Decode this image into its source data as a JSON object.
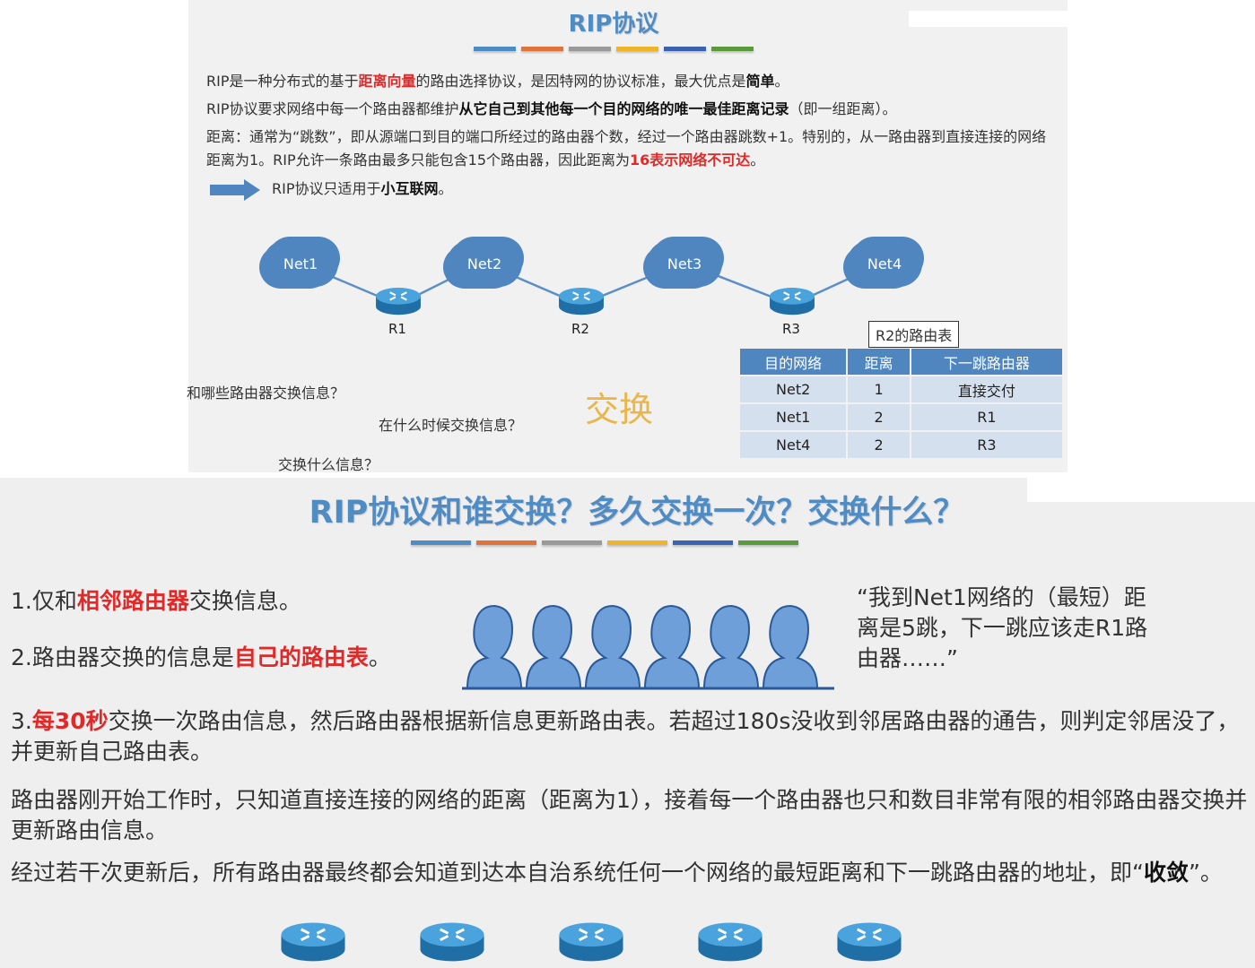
{
  "slide1": {
    "title": "RIP协议",
    "accent_colors": [
      "#4f8cc4",
      "#e0733a",
      "#9a9a9a",
      "#f0b429",
      "#3a62b0",
      "#5a9a3a"
    ],
    "paragraphs": [
      [
        {
          "t": "RIP是一种分布式的基于"
        },
        {
          "t": "距离向量",
          "s": "red"
        },
        {
          "t": "的路由选择协议，是因特网的协议标准，最大优点是"
        },
        {
          "t": "简单",
          "s": "bold"
        },
        {
          "t": "。"
        }
      ],
      [
        {
          "t": "RIP协议要求网络中每一个路由器都维护"
        },
        {
          "t": "从它自己到其他每一个目的网络的唯一最佳距离记录",
          "s": "bold"
        },
        {
          "t": "（即一组距离）。"
        }
      ],
      [
        {
          "t": "距离：通常为“跳数”，即从源端口到目的端口所经过的路由器个数，经过一个路由器跳数+1。特别的，从一路由器到直接连接的网络距离为1。RIP允许一条路由最多只能包含15个路由器，因此距离为"
        },
        {
          "t": "16表示网络不可达",
          "s": "red"
        },
        {
          "t": "。"
        }
      ]
    ],
    "arrow_note": [
      {
        "t": "RIP协议只适用于"
      },
      {
        "t": "小互联网",
        "s": "bold"
      },
      {
        "t": "。"
      }
    ],
    "networks": [
      "Net1",
      "Net2",
      "Net3",
      "Net4"
    ],
    "routers": [
      "R1",
      "R2",
      "R3"
    ],
    "table_caption": "R2的路由表",
    "table_headers": [
      "目的网络",
      "距离",
      "下一跳路由器"
    ],
    "table_rows": [
      [
        "Net2",
        "1",
        "直接交付"
      ],
      [
        "Net1",
        "2",
        "R1"
      ],
      [
        "Net4",
        "2",
        "R3"
      ]
    ],
    "question1": "和哪些路由器交换信息？",
    "question2": "在什么时候交换信息？",
    "question3": "交换什么信息？",
    "exchange_word": "交换"
  },
  "slide2": {
    "title": "RIP协议和谁交换？多久交换一次？交换什么？",
    "point1": [
      {
        "t": "1.仅和"
      },
      {
        "t": "相邻路由器",
        "s": "red"
      },
      {
        "t": "交换信息。"
      }
    ],
    "point2": [
      {
        "t": "2.路由器交换的信息是"
      },
      {
        "t": "自己的路由表",
        "s": "red"
      },
      {
        "t": "。"
      }
    ],
    "quote": "“我到Net1网络的（最短）距离是5跳，下一跳应该走R1路由器……”",
    "point3": [
      {
        "t": "3."
      },
      {
        "t": "每30秒",
        "s": "red"
      },
      {
        "t": "交换一次路由信息，然后路由器根据新信息更新路由表。若超过180s没收到邻居路由器的通告，则判定邻居没了，并更新自己路由表。"
      }
    ],
    "para1": "路由器刚开始工作时，只知道直接连接的网络的距离（距离为1），接着每一个路由器也只和数目非常有限的相邻路由器交换并更新路由信息。",
    "para2": [
      {
        "t": "经过若干次更新后，所有路由器最终都会知道到达本自治系统任何一个网络的最短距离和下一跳路由器的地址，即“"
      },
      {
        "t": "收敛",
        "s": "bold"
      },
      {
        "t": "”。"
      }
    ],
    "router_count": 5
  }
}
